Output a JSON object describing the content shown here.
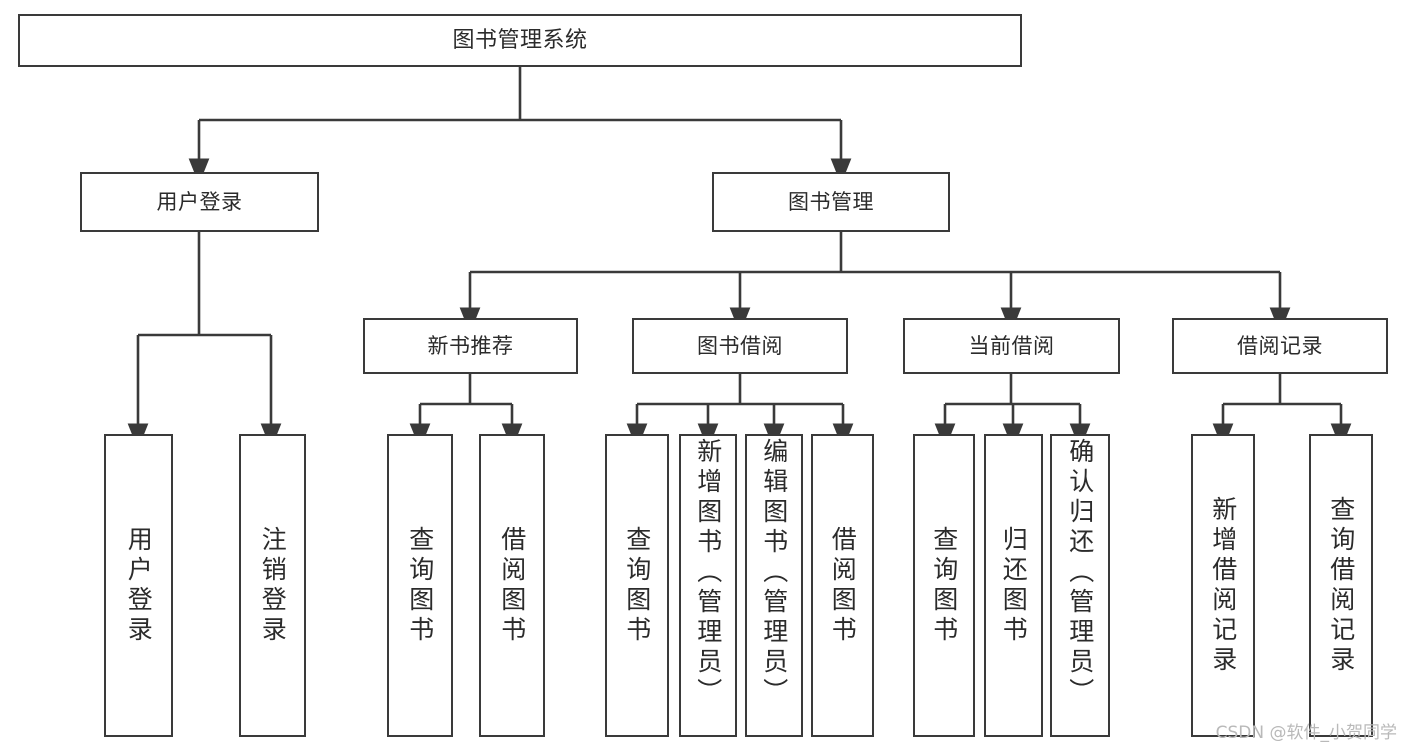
{
  "diagram": {
    "title": "图书管理系统",
    "watermark": "CSDN @软件_小贺同学",
    "stroke_color": "#3a3a3a",
    "text_color": "#2b2b2b",
    "background_color": "#ffffff",
    "watermark_color": "#b9b9b9"
  },
  "nodes": {
    "root": {
      "label": "图书管理系统"
    },
    "level2": [
      {
        "label": "用户登录"
      },
      {
        "label": "图书管理"
      }
    ],
    "level3": [
      {
        "label": "新书推荐"
      },
      {
        "label": "图书借阅"
      },
      {
        "label": "当前借阅"
      },
      {
        "label": "借阅记录"
      }
    ],
    "leaves": {
      "user_login": [
        {
          "label": "用户登录"
        },
        {
          "label": "注销登录"
        }
      ],
      "new_book_recommend": [
        {
          "label": "查询图书"
        },
        {
          "label": "借阅图书"
        }
      ],
      "book_borrow": [
        {
          "label": "查询图书"
        },
        {
          "label": "新增图书（管理员）"
        },
        {
          "label": "编辑图书（管理员）"
        },
        {
          "label": "借阅图书"
        }
      ],
      "current_borrow": [
        {
          "label": "查询图书"
        },
        {
          "label": "归还图书"
        },
        {
          "label": "确认归还（管理员）"
        }
      ],
      "borrow_record": [
        {
          "label": "新增借阅记录"
        },
        {
          "label": "查询借阅记录"
        }
      ]
    }
  },
  "tree_data": {
    "type": "tree",
    "title": "图书管理系统",
    "root": "图书管理系统",
    "edges": [
      [
        "图书管理系统",
        "用户登录"
      ],
      [
        "图书管理系统",
        "图书管理"
      ],
      [
        "用户登录",
        "用户登录"
      ],
      [
        "用户登录",
        "注销登录"
      ],
      [
        "图书管理",
        "新书推荐"
      ],
      [
        "图书管理",
        "图书借阅"
      ],
      [
        "图书管理",
        "当前借阅"
      ],
      [
        "图书管理",
        "借阅记录"
      ],
      [
        "新书推荐",
        "查询图书"
      ],
      [
        "新书推荐",
        "借阅图书"
      ],
      [
        "图书借阅",
        "查询图书"
      ],
      [
        "图书借阅",
        "新增图书（管理员）"
      ],
      [
        "图书借阅",
        "编辑图书（管理员）"
      ],
      [
        "图书借阅",
        "借阅图书"
      ],
      [
        "当前借阅",
        "查询图书"
      ],
      [
        "当前借阅",
        "归还图书"
      ],
      [
        "当前借阅",
        "确认归还（管理员）"
      ],
      [
        "借阅记录",
        "新增借阅记录"
      ],
      [
        "借阅记录",
        "查询借阅记录"
      ]
    ],
    "depth": 4,
    "leaf_count": 13
  }
}
